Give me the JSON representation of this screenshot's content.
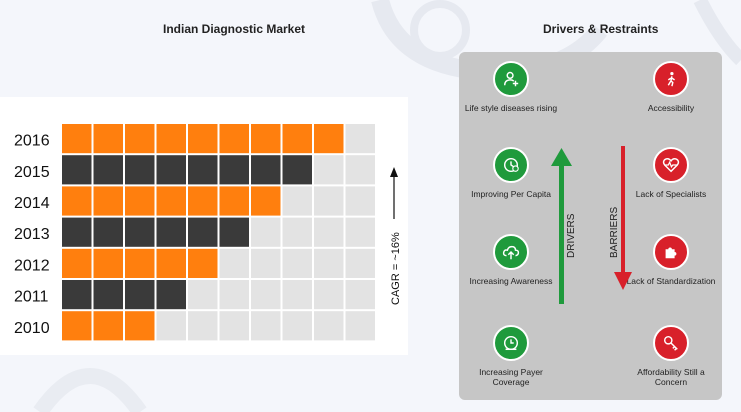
{
  "titles": {
    "left": "Indian Diagnostic Market",
    "right": "Drivers & Restraints"
  },
  "chart_data": {
    "type": "waffle",
    "title": "Indian Diagnostic Market",
    "categories": [
      "2016",
      "2015",
      "2014",
      "2013",
      "2012",
      "2011",
      "2010"
    ],
    "values": [
      9,
      8,
      7,
      6,
      5,
      4,
      3
    ],
    "total_cells_per_row": 10,
    "annotation": "CAGR = ~16%",
    "colors": {
      "orange": "#ff7f0e",
      "dark": "#3a3a3a",
      "empty": "#e3e3e3"
    }
  },
  "drivers": {
    "axis_label": "DRIVERS",
    "items": [
      {
        "label": "Life style diseases rising",
        "icon": "person-plus-icon"
      },
      {
        "label": "Improving Per Capita",
        "icon": "money-clock-icon"
      },
      {
        "label": "Increasing Awareness",
        "icon": "cloud-upload-icon"
      },
      {
        "label": "Increasing Payer Coverage",
        "icon": "clock-icon"
      }
    ]
  },
  "barriers": {
    "axis_label": "BARRIERS",
    "items": [
      {
        "label": "Accessibility",
        "icon": "walking-person-icon"
      },
      {
        "label": "Lack of Specialists",
        "icon": "heartbeat-icon"
      },
      {
        "label": "Lack of Standardization",
        "icon": "puzzle-icon"
      },
      {
        "label": "Affordability Still a Concern",
        "icon": "key-icon"
      }
    ]
  },
  "colors": {
    "driver_green": "#1f9a3c",
    "barrier_red": "#d8202a",
    "panel_gray": "#c6c6c6"
  }
}
